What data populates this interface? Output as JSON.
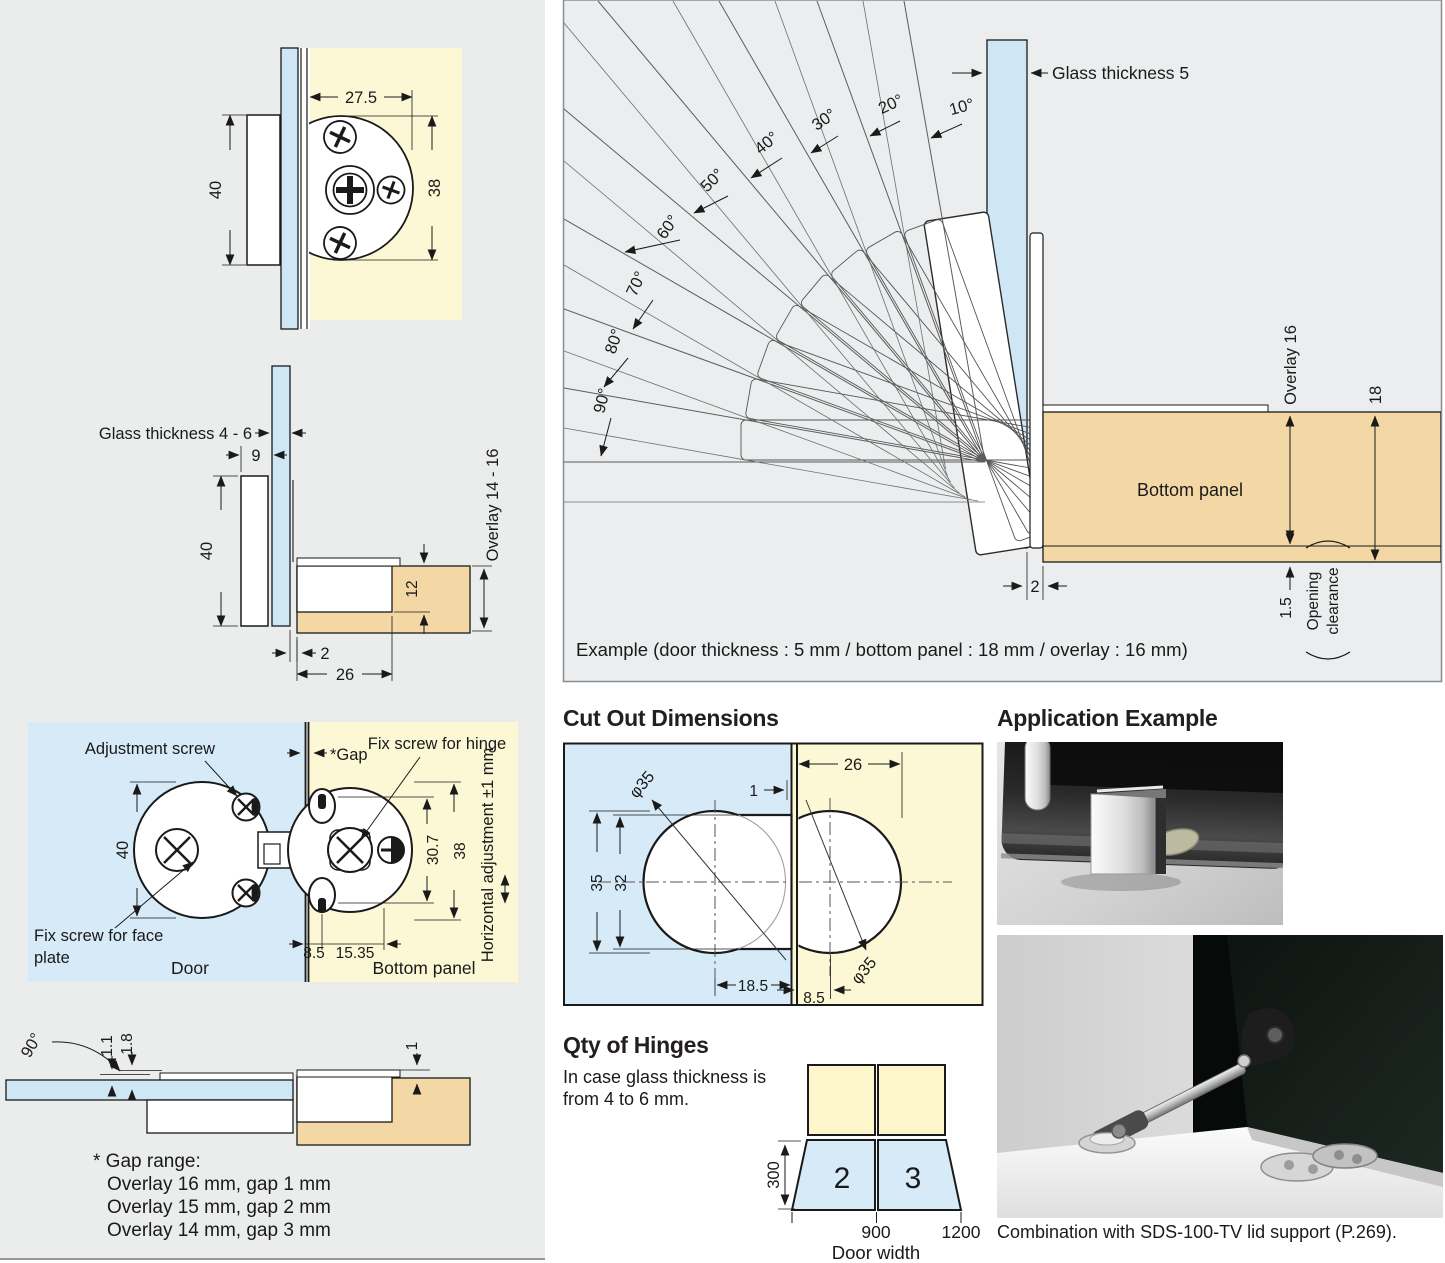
{
  "colors": {
    "panel_gray": "#ebecec",
    "glass_blue": "#cfe6f5",
    "area_blue": "#d6eaf8",
    "wood_yellow": "#fcf8d5",
    "wood_tan": "#f3d8a5",
    "line": "#1a1a1a"
  },
  "diagram1": {
    "dim_width": "27.5",
    "dim_height": "38",
    "dim_face": "40"
  },
  "diagram2": {
    "glass_label": "Glass thickness 4 - 6",
    "dim_9": "9",
    "dim_40": "40",
    "overlay_label": "Overlay 14 - 16",
    "dim_12": "12",
    "dim_2": "2",
    "dim_26": "26"
  },
  "diagram3": {
    "adjustment_screw": "Adjustment screw",
    "gap": "*Gap",
    "fix_screw_hinge": "Fix screw for hinge",
    "horizontal_adjustment": "Horizontal adjustment ±1 mm",
    "dim_40": "40",
    "dim_307": "30.7",
    "dim_38": "38",
    "dim_85": "8.5",
    "dim_1535": "15.35",
    "fix_screw_face_1": "Fix screw for face",
    "fix_screw_face_2": "plate",
    "door": "Door",
    "bottom_panel": "Bottom panel"
  },
  "diagram4": {
    "angle": "90°",
    "dim_11": "1.1",
    "dim_18": "1.8",
    "dim_1": "1",
    "gap_range_title": "* Gap range:",
    "gap_line_1": "Overlay 16 mm, gap 1 mm",
    "gap_line_2": "Overlay 15 mm, gap 2 mm",
    "gap_line_3": "Overlay 14 mm, gap 3 mm"
  },
  "swing": {
    "glass_label": "Glass thickness 5",
    "angles": [
      "10°",
      "20°",
      "30°",
      "40°",
      "50°",
      "60°",
      "70°",
      "80°",
      "90°"
    ],
    "overlay": "Overlay 16",
    "panel_thickness": "18",
    "bottom_panel": "Bottom panel",
    "clearance_value": "1.5",
    "clearance_word_1": "Opening",
    "clearance_word_2": "clearance",
    "gap": "2",
    "example": "Example (door thickness : 5 mm / bottom panel  : 18 mm / overlay : 16 mm)"
  },
  "cutout": {
    "title": "Cut Out Dimensions",
    "dim_26": "26",
    "dim_1": "1",
    "dia_left": "φ35",
    "dia_right": "φ35",
    "dim_35": "35",
    "dim_32": "32",
    "dim_185": "18.5",
    "dim_85": "8.5"
  },
  "qty": {
    "title": "Qty of Hinges",
    "note_1": "In case glass thickness is",
    "note_2": "from 4 to 6 mm.",
    "count_2": "2",
    "count_3": "3",
    "dim_300": "300",
    "width_900": "900",
    "width_1200": "1200",
    "door_width": "Door width"
  },
  "application": {
    "title": "Application Example",
    "caption": "Combination with SDS-100-TV lid support (P.269)."
  }
}
